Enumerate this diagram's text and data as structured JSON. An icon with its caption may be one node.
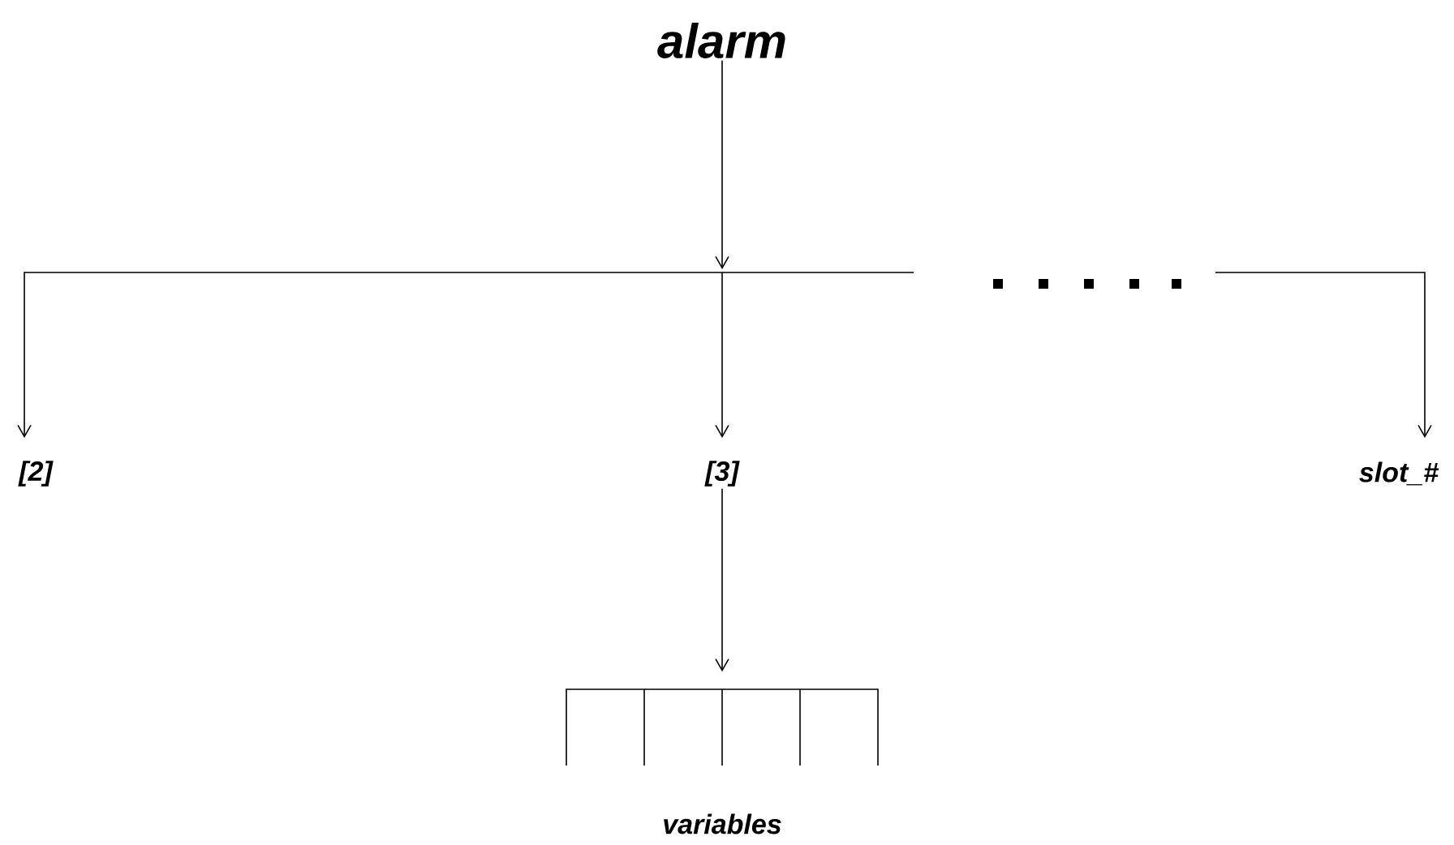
{
  "diagram": {
    "nodes": [
      {
        "text": [
          "alarm"
        ]
      },
      {
        "text": [
          "[2]"
        ]
      },
      {
        "text": [
          "[3]"
        ]
      },
      {
        "text": [
          "slot_#"
        ]
      },
      {
        "text": [
          "variables"
        ]
      }
    ],
    "edges": [
      {
        "from": 0,
        "to": 1,
        "arrow": "to"
      },
      {
        "from": 0,
        "to": 2,
        "arrow": "to"
      },
      {
        "from": 0,
        "to": 3,
        "arrow": "to"
      },
      {
        "from": 2,
        "to": 4,
        "arrow": "to"
      }
    ]
  }
}
